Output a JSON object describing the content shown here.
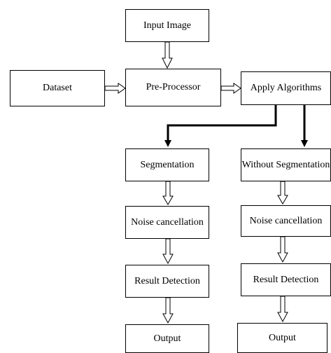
{
  "diagram": {
    "nodes": {
      "input_image": "Input Image",
      "dataset": "Dataset",
      "pre_processor": "Pre-Processor",
      "apply_algorithms": "Apply Algorithms",
      "segmentation": "Segmentation",
      "without_segmentation": "Without Segmentation",
      "noise_left": "Noise cancellation",
      "noise_right": "Noise cancellation",
      "result_left": "Result Detection",
      "result_right": "Result Detection",
      "output_left": "Output",
      "output_right": "Output"
    },
    "edges": [
      {
        "from": "input_image",
        "to": "pre_processor",
        "style": "hollow-arrow"
      },
      {
        "from": "dataset",
        "to": "pre_processor",
        "style": "hollow-arrow"
      },
      {
        "from": "pre_processor",
        "to": "apply_algorithms",
        "style": "hollow-arrow"
      },
      {
        "from": "apply_algorithms",
        "to": "segmentation",
        "style": "solid-arrow"
      },
      {
        "from": "apply_algorithms",
        "to": "without_segmentation",
        "style": "solid-arrow"
      },
      {
        "from": "segmentation",
        "to": "noise_left",
        "style": "hollow-arrow"
      },
      {
        "from": "noise_left",
        "to": "result_left",
        "style": "hollow-arrow"
      },
      {
        "from": "result_left",
        "to": "output_left",
        "style": "hollow-arrow"
      },
      {
        "from": "without_segmentation",
        "to": "noise_right",
        "style": "hollow-arrow"
      },
      {
        "from": "noise_right",
        "to": "result_right",
        "style": "hollow-arrow"
      },
      {
        "from": "result_right",
        "to": "output_right",
        "style": "hollow-arrow"
      }
    ]
  }
}
